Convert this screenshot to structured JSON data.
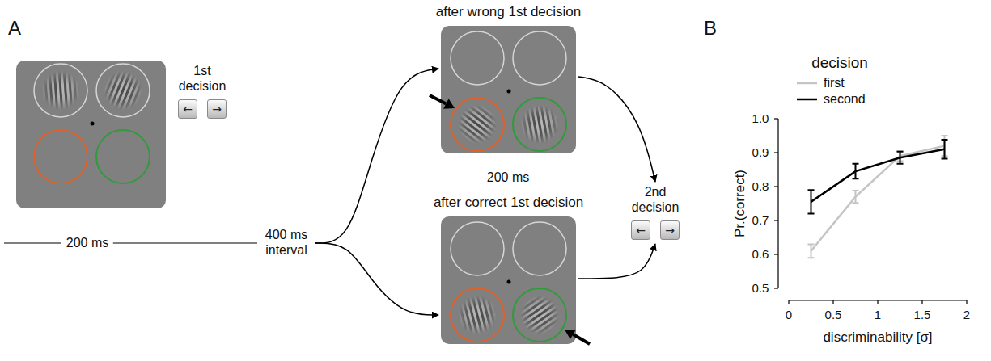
{
  "diagram": {
    "nodes": [
      {
        "text": [
          "1st decision"
        ]
      },
      {
        "text": [
          "←"
        ],
        "in": 0
      },
      {
        "text": [
          "→"
        ],
        "in": 0
      },
      {
        "text": [
          "400 ms interval"
        ]
      },
      {
        "text": [
          "after wrong 1st decision"
        ]
      },
      {
        "text": [
          "after correct 1st decision"
        ]
      },
      {
        "text": [
          "2nd decision"
        ]
      },
      {
        "text": [
          "←"
        ],
        "in": 6
      },
      {
        "text": [
          "→"
        ],
        "in": 6
      }
    ],
    "edges": [
      {
        "from": 3,
        "to": 4,
        "arrow": "to"
      },
      {
        "from": 3,
        "to": 5,
        "arrow": "to"
      },
      {
        "from": 4,
        "to": 6,
        "arrow": "to"
      },
      {
        "from": 5,
        "to": 6,
        "arrow": "to"
      }
    ],
    "labels": [
      "A",
      "B",
      "200 ms",
      "200 ms",
      "decision",
      "Pr.(correct)",
      "discriminability [σ]",
      "1.0",
      "0.9",
      "0.8",
      "0.7",
      "0.6",
      "0.5",
      "0",
      "0.5",
      "1",
      "1.5",
      "2"
    ],
    "legend": [
      {
        "text": "first"
      },
      {
        "text": "second"
      }
    ]
  }
}
